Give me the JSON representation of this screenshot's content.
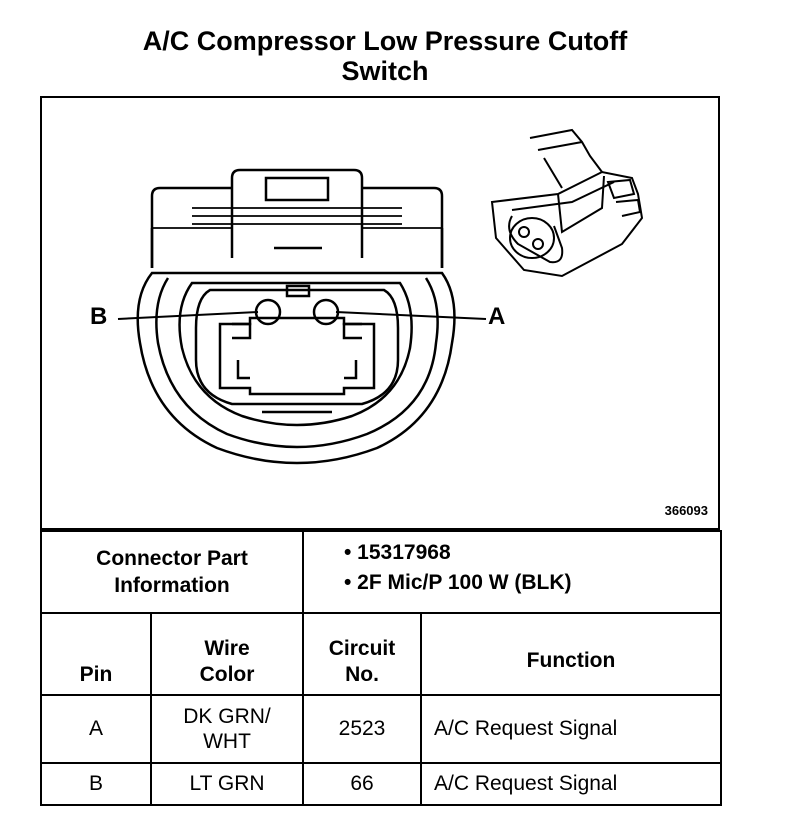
{
  "title": {
    "line1": "A/C Compressor Low Pressure Cutoff",
    "line2": "Switch"
  },
  "diagram": {
    "pin_b_label": "B",
    "pin_a_label": "A",
    "figure_number": "366093"
  },
  "connector_info": {
    "label_line1": "Connector Part",
    "label_line2": "Information",
    "items": [
      "• 15317968",
      "• 2F Mic/P 100 W (BLK)"
    ]
  },
  "table": {
    "headers": {
      "pin": "Pin",
      "wire_color_line1": "Wire",
      "wire_color_line2": "Color",
      "circuit_line1": "Circuit",
      "circuit_line2": "No.",
      "function": "Function"
    },
    "rows": [
      {
        "pin": "A",
        "wire_line1": "DK GRN/",
        "wire_line2": "WHT",
        "circuit": "2523",
        "function": "A/C Request Signal"
      },
      {
        "pin": "B",
        "wire_line1": "LT GRN",
        "wire_line2": "",
        "circuit": "66",
        "function": "A/C Request Signal"
      }
    ]
  }
}
